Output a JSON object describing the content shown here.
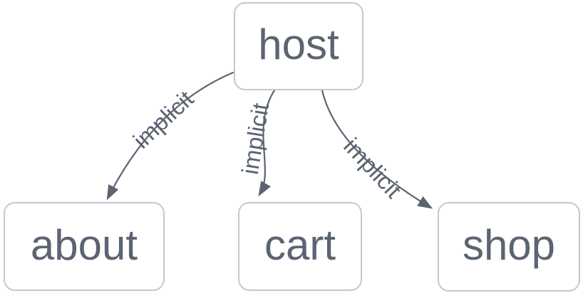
{
  "diagram": {
    "type": "directed-graph",
    "colors": {
      "background": "#ffffff",
      "node_fill": "#ffffff",
      "node_border": "#c5c8cc",
      "node_text": "#5c6472",
      "edge_stroke": "#5c6472",
      "edge_label_text": "#5c6472"
    },
    "nodes": [
      {
        "id": "host",
        "label": "host"
      },
      {
        "id": "about",
        "label": "about"
      },
      {
        "id": "cart",
        "label": "cart"
      },
      {
        "id": "shop",
        "label": "shop"
      }
    ],
    "edges": [
      {
        "from": "host",
        "to": "about",
        "label": "implicit",
        "arrow": "filled-triangle"
      },
      {
        "from": "host",
        "to": "cart",
        "label": "implicit",
        "arrow": "filled-triangle"
      },
      {
        "from": "host",
        "to": "shop",
        "label": "implicit",
        "arrow": "filled-triangle"
      }
    ]
  }
}
